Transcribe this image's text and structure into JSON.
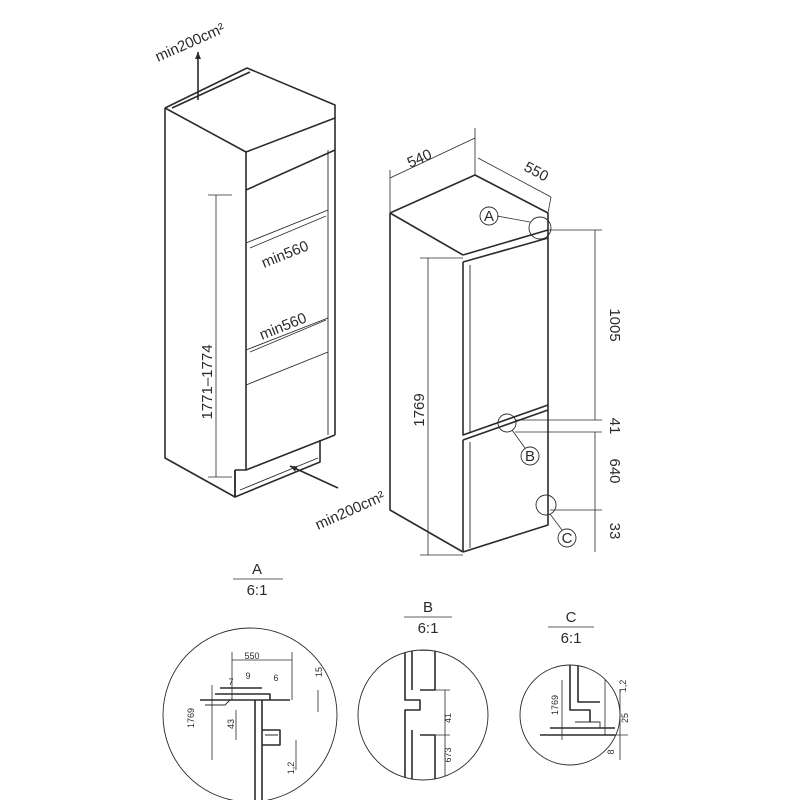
{
  "niche": {
    "vent_top": "min200cm²",
    "vent_bottom": "min200cm²",
    "width_upper": "min560",
    "width_lower": "min560",
    "height": "1771–1774"
  },
  "appliance": {
    "depth": "540",
    "width": "550",
    "height": "1769",
    "upper_height": "1005",
    "gap": "41",
    "lower_height": "640",
    "bottom_gap": "33",
    "callout_a": "A",
    "callout_b": "B",
    "callout_c": "C"
  },
  "details": {
    "a": {
      "label": "A",
      "scale": "6:1",
      "dims": {
        "w550": "550",
        "d7": "7",
        "d9": "9",
        "d6": "6",
        "d15": "15",
        "h1769": "1769",
        "d43": "43",
        "d12": "1,2"
      }
    },
    "b": {
      "label": "B",
      "scale": "6:1",
      "dims": {
        "d41": "41",
        "d673": "673"
      }
    },
    "c": {
      "label": "C",
      "scale": "6:1",
      "dims": {
        "h1769": "1769",
        "d12": "1,2",
        "d25": "25",
        "d8": "8"
      }
    }
  }
}
